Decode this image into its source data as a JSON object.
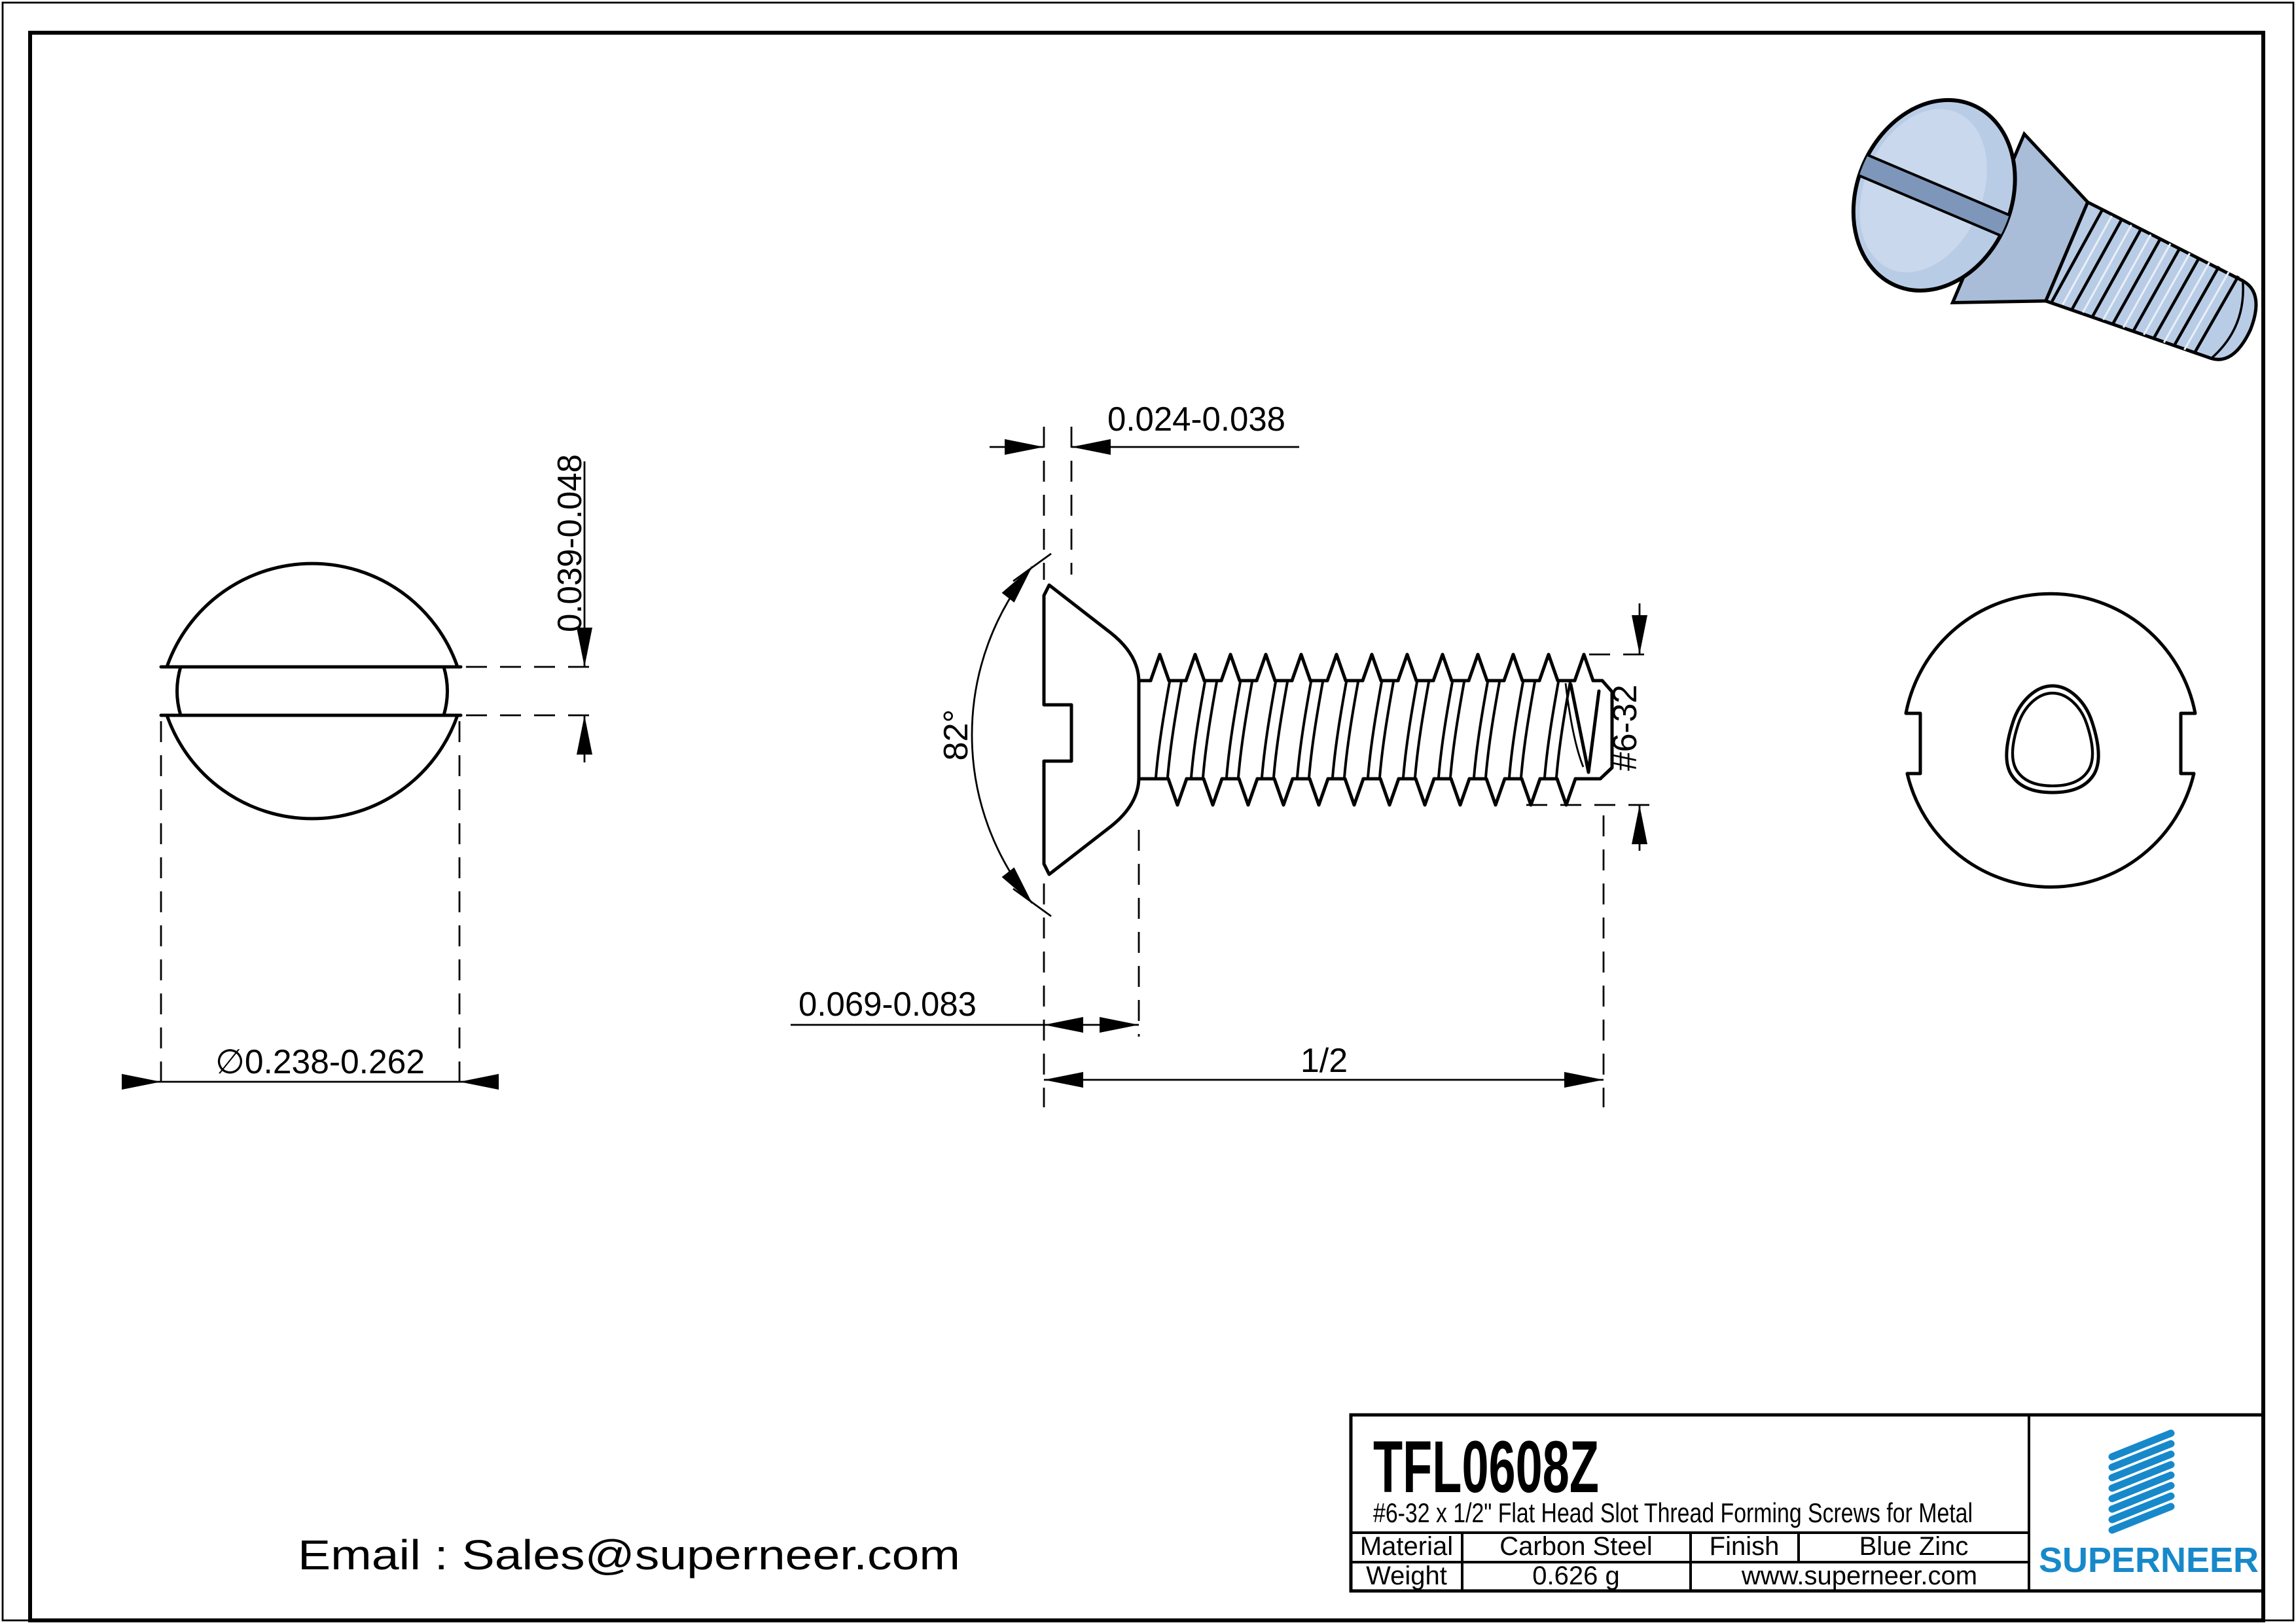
{
  "sheet": {
    "email": "Email : Sales@superneer.com"
  },
  "title_block": {
    "part_number": "TFL0608Z",
    "description": "#6-32 x 1/2\" Flat Head Slot Thread Forming Screws for Metal",
    "material_label": "Material",
    "material_value": "Carbon Steel",
    "finish_label": "Finish",
    "finish_value": "Blue Zinc",
    "weight_label": "Weight",
    "weight_value": "0.626 g",
    "website": "www.superneer.com",
    "brand": "SUPERNEER"
  },
  "dimensions": {
    "slot_depth": "0.024-0.038",
    "slot_width": "0.039-0.048",
    "head_diameter": "∅0.238-0.262",
    "head_height": "0.069-0.083",
    "thread_length": "1/2",
    "countersink_angle": "82°",
    "thread_size": "#6-32"
  },
  "colors": {
    "accent_blue": "#1789ca",
    "link_blue": "#1e8fd5",
    "thread_highlight": "#3579a8",
    "screw_fill": "#b9cce6",
    "screw_fill_light": "#c9d8ec",
    "screw_fill_dark": "#a9bdd9",
    "slot_dark": "#7e96ba"
  }
}
